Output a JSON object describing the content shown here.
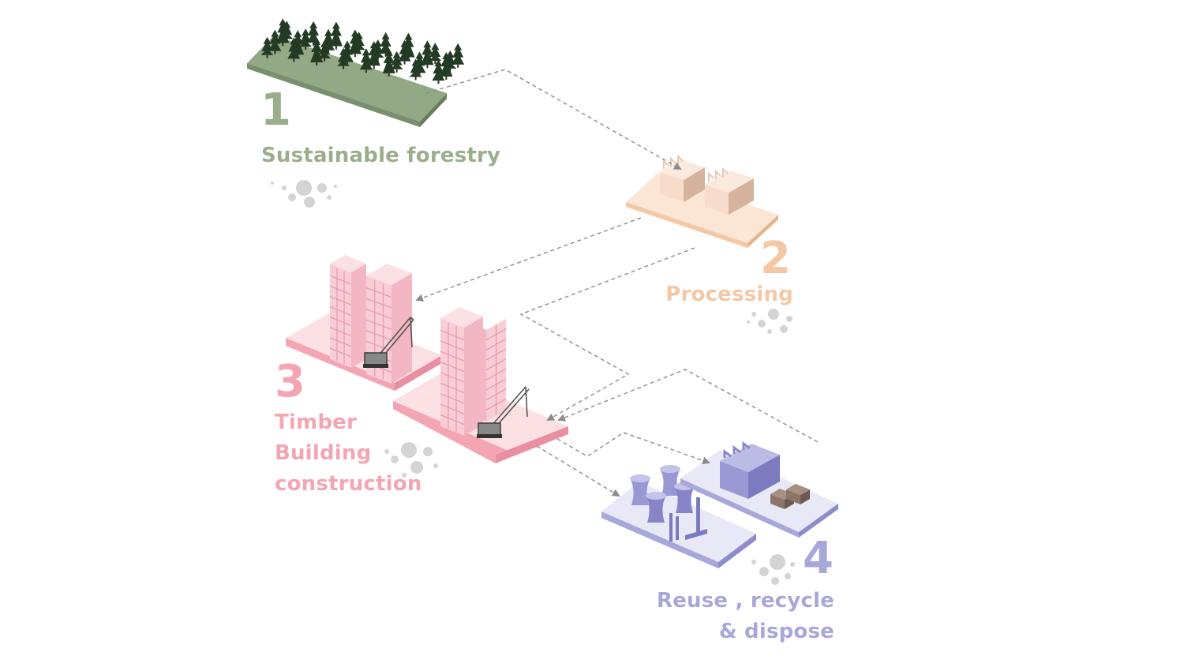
{
  "stages": [
    {
      "number": "1",
      "lines": [
        "Sustainable forestry"
      ],
      "color": "#9aae8c"
    },
    {
      "number": "2",
      "lines": [
        "Processing"
      ],
      "color": "#f4c8a4"
    },
    {
      "number": "3",
      "lines": [
        "Timber",
        "Building",
        "construction"
      ],
      "color": "#f3a5b4"
    },
    {
      "number": "4",
      "lines": [
        "Reuse , recycle",
        "& dispose"
      ],
      "color": "#a8a7da"
    }
  ],
  "colors": {
    "forest_ground": "#93a885",
    "forest_side": "#7a8f6d",
    "tree": "#233b24",
    "processing_ground": "#fbe6d6",
    "processing_side": "#f4c8a4",
    "factory_light": "#f7dccb",
    "factory_dark": "#d6b39c",
    "building_ground": "#fbe0e4",
    "building_side": "#f3a5b4",
    "building_face": "#f8cdd5",
    "building_face_dark": "#f2b7c2",
    "recycle_ground": "#e8e8f6",
    "recycle_side": "#a8a7da",
    "recycle_object": "#9a98d4",
    "recycle_object_dark": "#7d7bc0",
    "pallet": "#8b7468",
    "arrow": "#8c8c8c",
    "dots": "#d4d4d4"
  }
}
